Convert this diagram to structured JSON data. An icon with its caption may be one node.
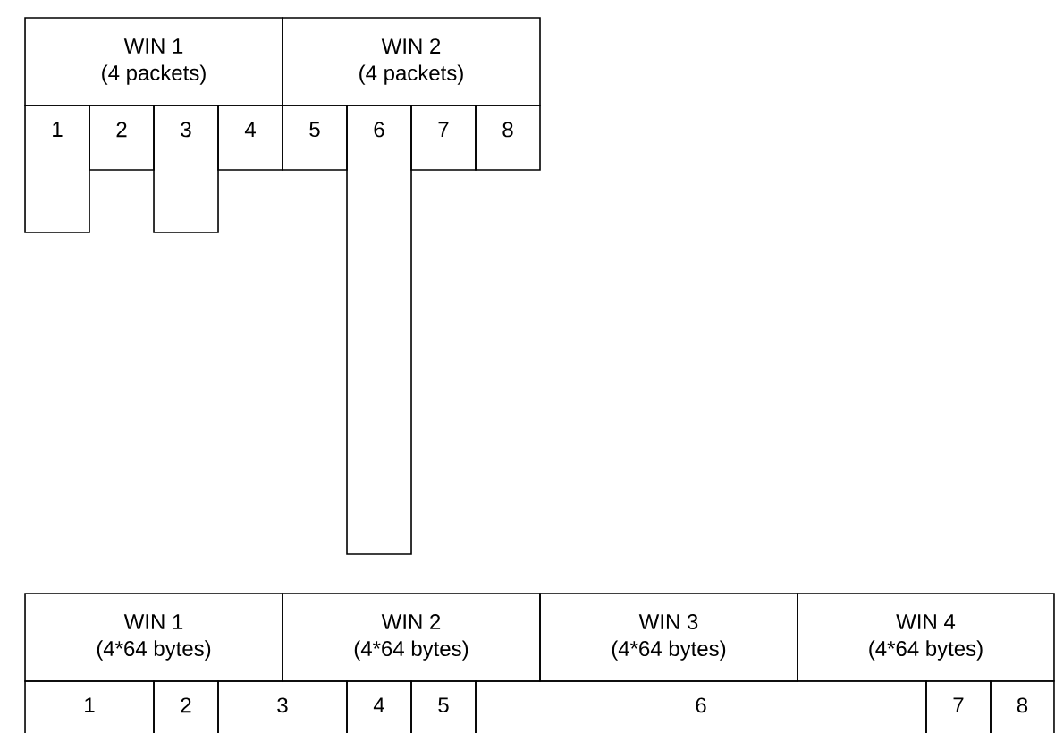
{
  "diagram": {
    "nodes": [
      {
        "text": [
          "WIN 1",
          "(4 packets)"
        ]
      },
      {
        "text": [
          "WIN 2",
          "(4 packets)"
        ]
      },
      {
        "text": [
          "1"
        ]
      },
      {
        "text": [
          "2"
        ]
      },
      {
        "text": [
          "3"
        ]
      },
      {
        "text": [
          "4"
        ]
      },
      {
        "text": [
          "5"
        ]
      },
      {
        "text": [
          "6"
        ]
      },
      {
        "text": [
          "7"
        ]
      },
      {
        "text": [
          "8"
        ]
      },
      {
        "text": [
          "WIN 1",
          "(4*64 bytes)"
        ]
      },
      {
        "text": [
          "WIN 2",
          "(4*64 bytes)"
        ]
      },
      {
        "text": [
          "WIN 3",
          "(4*64 bytes)"
        ]
      },
      {
        "text": [
          "WIN 4",
          "(4*64 bytes)"
        ]
      },
      {
        "text": [
          "1"
        ]
      },
      {
        "text": [
          "2"
        ]
      },
      {
        "text": [
          "3"
        ]
      },
      {
        "text": [
          "4"
        ]
      },
      {
        "text": [
          "5"
        ]
      },
      {
        "text": [
          "6"
        ]
      },
      {
        "text": [
          "7"
        ]
      },
      {
        "text": [
          "8"
        ]
      }
    ]
  }
}
